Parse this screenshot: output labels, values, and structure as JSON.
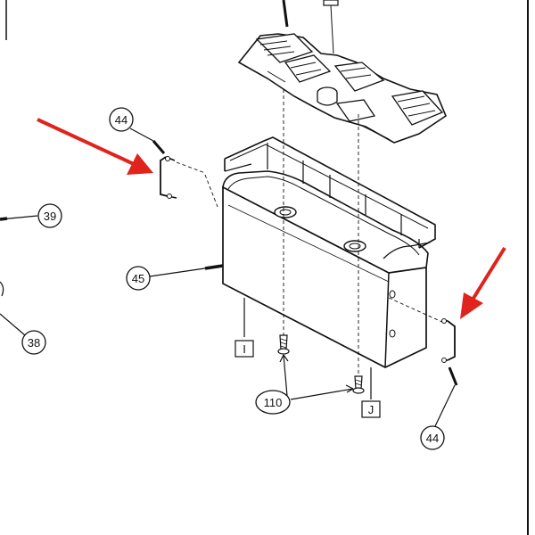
{
  "callouts": {
    "c44_top": "44",
    "c39": "39",
    "c45": "45",
    "c38": "38",
    "c110": "110",
    "c44_bottom": "44"
  },
  "reference_boxes": {
    "ref_i": "I",
    "ref_j": "J"
  },
  "colors": {
    "arrow": "#e0231c",
    "ink": "#111111"
  }
}
